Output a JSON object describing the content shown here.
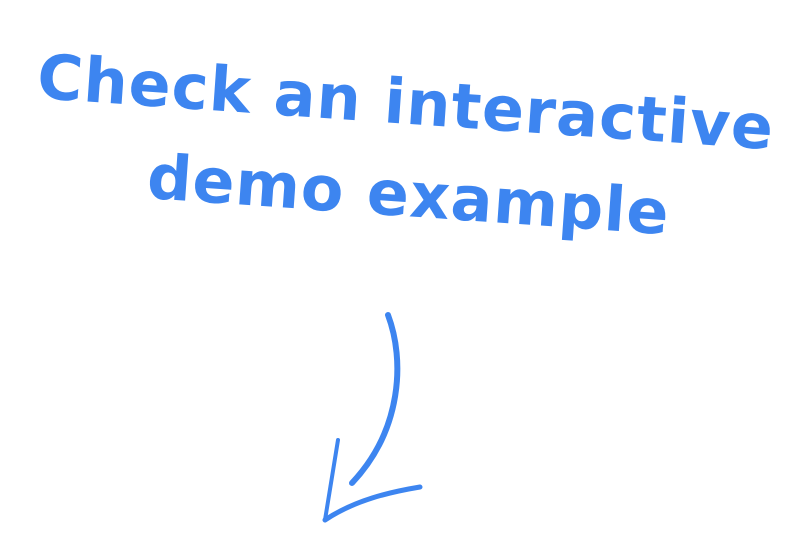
{
  "callout": {
    "line1": "Check an interactive",
    "line2": "demo example",
    "color": "#3d85f0"
  },
  "icons": {
    "arrow": "hand-drawn-arrow-down-left"
  }
}
